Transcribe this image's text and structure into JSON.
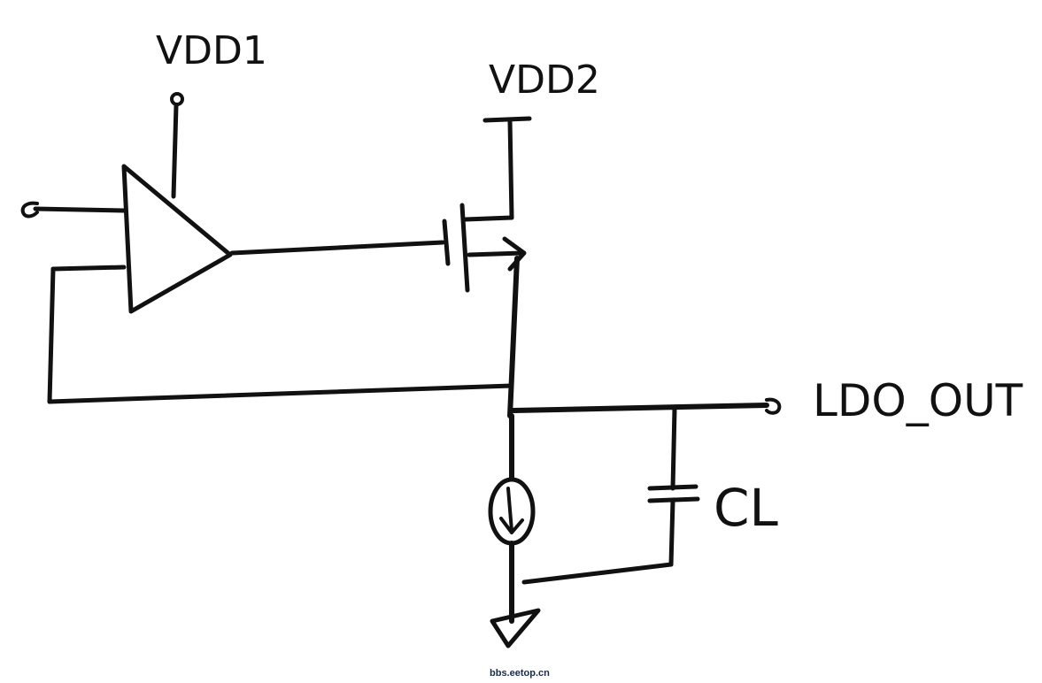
{
  "labels": {
    "vdd1": "VDD1",
    "vdd2": "VDD2",
    "output": "LDO_OUT",
    "capacitor": "CL"
  },
  "watermark": "bbs.eetop.cn",
  "colors": {
    "ink": "#111111",
    "background": "#ffffff",
    "watermark": "#1a2a4a"
  }
}
